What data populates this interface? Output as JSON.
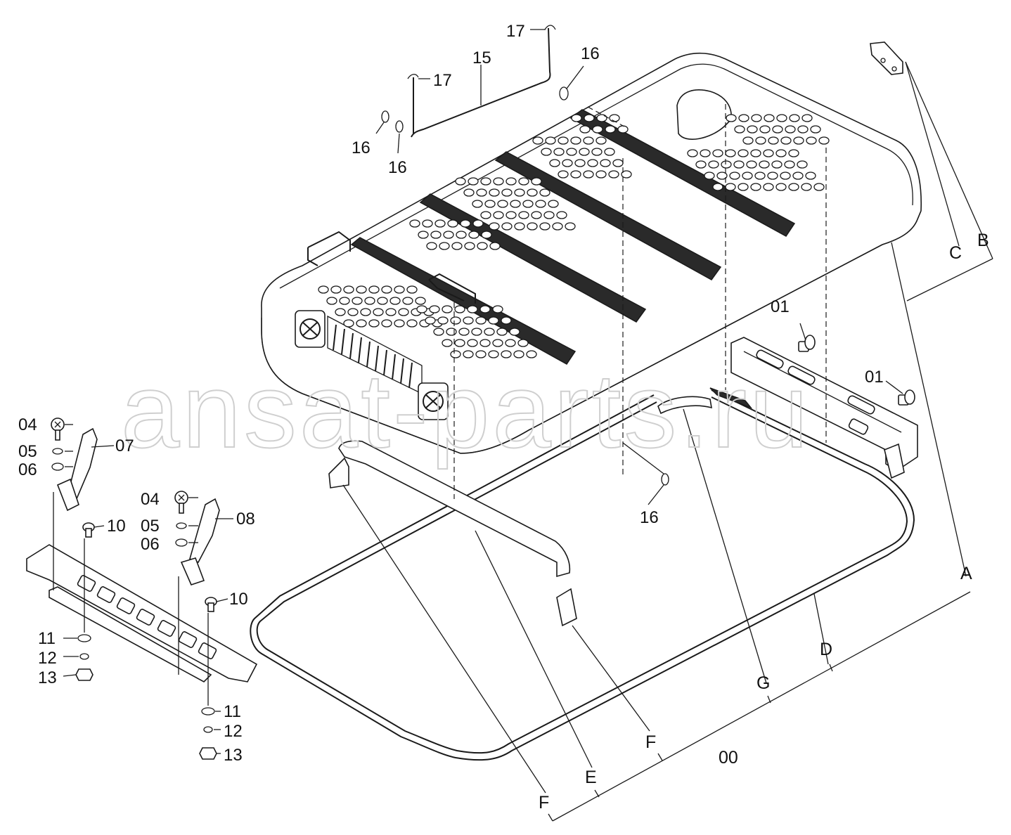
{
  "watermark": "ansat-parts.ru",
  "callouts": {
    "p17a": "17",
    "p17b": "17",
    "p15": "15",
    "p16a": "16",
    "p16b": "16",
    "p16c": "16",
    "p16d": "16",
    "p01a": "01",
    "p01b": "01",
    "p04a": "04",
    "p05a": "05",
    "p06a": "06",
    "p07": "07",
    "p04b": "04",
    "p05b": "05",
    "p06b": "06",
    "p08": "08",
    "p10a": "10",
    "p10b": "10",
    "p11a": "11",
    "p12a": "12",
    "p13a": "13",
    "p11b": "11",
    "p12b": "12",
    "p13b": "13"
  },
  "groups": {
    "A": "A",
    "B": "B",
    "C": "C",
    "D": "D",
    "E": "E",
    "Fa": "F",
    "Fb": "F",
    "G": "G",
    "root": "00"
  }
}
